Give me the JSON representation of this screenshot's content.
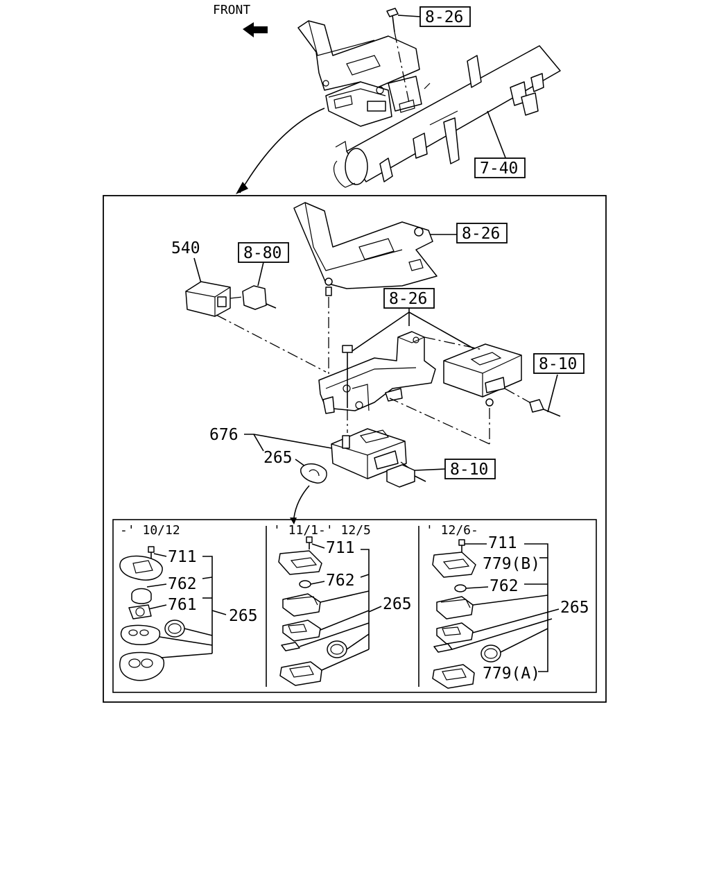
{
  "orientation": "FRONT",
  "overview": {
    "ref_bracket": "8-26",
    "ref_crossmember": "7-40"
  },
  "detail": {
    "ref_upper_bracket": "8-26",
    "ref_lower_bracket": "8-26",
    "ref_connector_540": "8-80",
    "ref_harness_right": "8-10",
    "ref_harness_676": "8-10",
    "part_540": "540",
    "part_676": "676",
    "part_265": "265"
  },
  "variants": [
    {
      "period": "-' 10/12",
      "labels": {
        "screw": "711",
        "cover": "762",
        "cell": "761",
        "assembly": "265"
      }
    },
    {
      "period": "' 11/1-' 12/5",
      "labels": {
        "screw": "711",
        "cover": "762",
        "assembly": "265"
      }
    },
    {
      "period": "' 12/6-",
      "labels": {
        "screw": "711",
        "case_b": "779(B)",
        "cover": "762",
        "assembly": "265",
        "case_a": "779(A)"
      }
    }
  ]
}
